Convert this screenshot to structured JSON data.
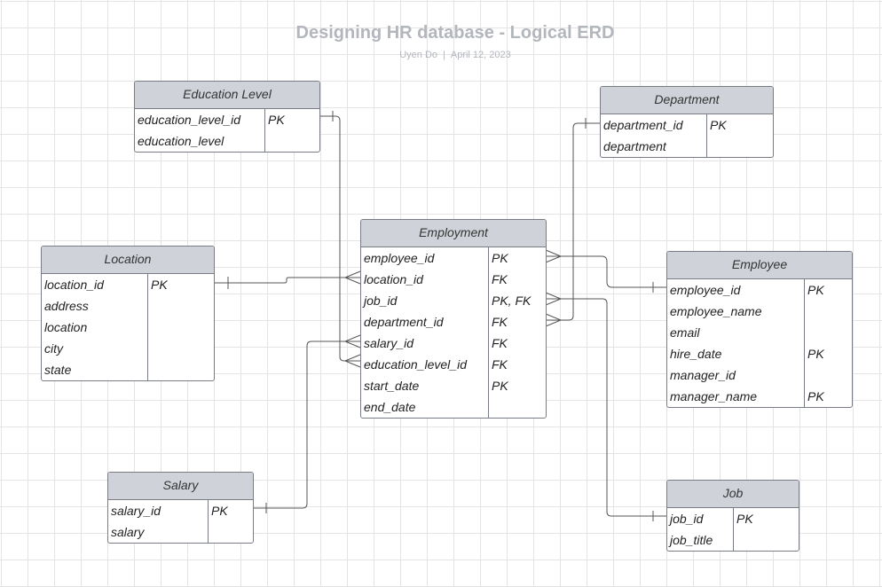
{
  "title": "Designing HR database - Logical ERD",
  "author": "Uyen Do",
  "date": "April 12, 2023",
  "separator": "|",
  "entities": {
    "education_level": {
      "name": "Education Level",
      "rows": [
        {
          "attr": "education_level_id",
          "key": "PK"
        },
        {
          "attr": "education_level",
          "key": ""
        }
      ]
    },
    "department": {
      "name": "Department",
      "rows": [
        {
          "attr": "department_id",
          "key": "PK"
        },
        {
          "attr": "department",
          "key": ""
        }
      ]
    },
    "location": {
      "name": "Location",
      "rows": [
        {
          "attr": "location_id",
          "key": "PK"
        },
        {
          "attr": "address",
          "key": ""
        },
        {
          "attr": "location",
          "key": ""
        },
        {
          "attr": "city",
          "key": ""
        },
        {
          "attr": "state",
          "key": ""
        }
      ]
    },
    "employment": {
      "name": "Employment",
      "rows": [
        {
          "attr": "employee_id",
          "key": "PK"
        },
        {
          "attr": "location_id",
          "key": "FK"
        },
        {
          "attr": "job_id",
          "key": "PK, FK"
        },
        {
          "attr": "department_id",
          "key": "FK"
        },
        {
          "attr": "salary_id",
          "key": "FK"
        },
        {
          "attr": "education_level_id",
          "key": "FK"
        },
        {
          "attr": "start_date",
          "key": "PK"
        },
        {
          "attr": "end_date",
          "key": ""
        }
      ]
    },
    "employee": {
      "name": "Employee",
      "rows": [
        {
          "attr": "employee_id",
          "key": "PK"
        },
        {
          "attr": "employee_name",
          "key": ""
        },
        {
          "attr": "email",
          "key": ""
        },
        {
          "attr": "hire_date",
          "key": "PK"
        },
        {
          "attr": "manager_id",
          "key": ""
        },
        {
          "attr": "manager_name",
          "key": "PK"
        }
      ]
    },
    "salary": {
      "name": "Salary",
      "rows": [
        {
          "attr": "salary_id",
          "key": "PK"
        },
        {
          "attr": "salary",
          "key": ""
        }
      ]
    },
    "job": {
      "name": "Job",
      "rows": [
        {
          "attr": "job_id",
          "key": "PK"
        },
        {
          "attr": "job_title",
          "key": ""
        }
      ]
    }
  }
}
